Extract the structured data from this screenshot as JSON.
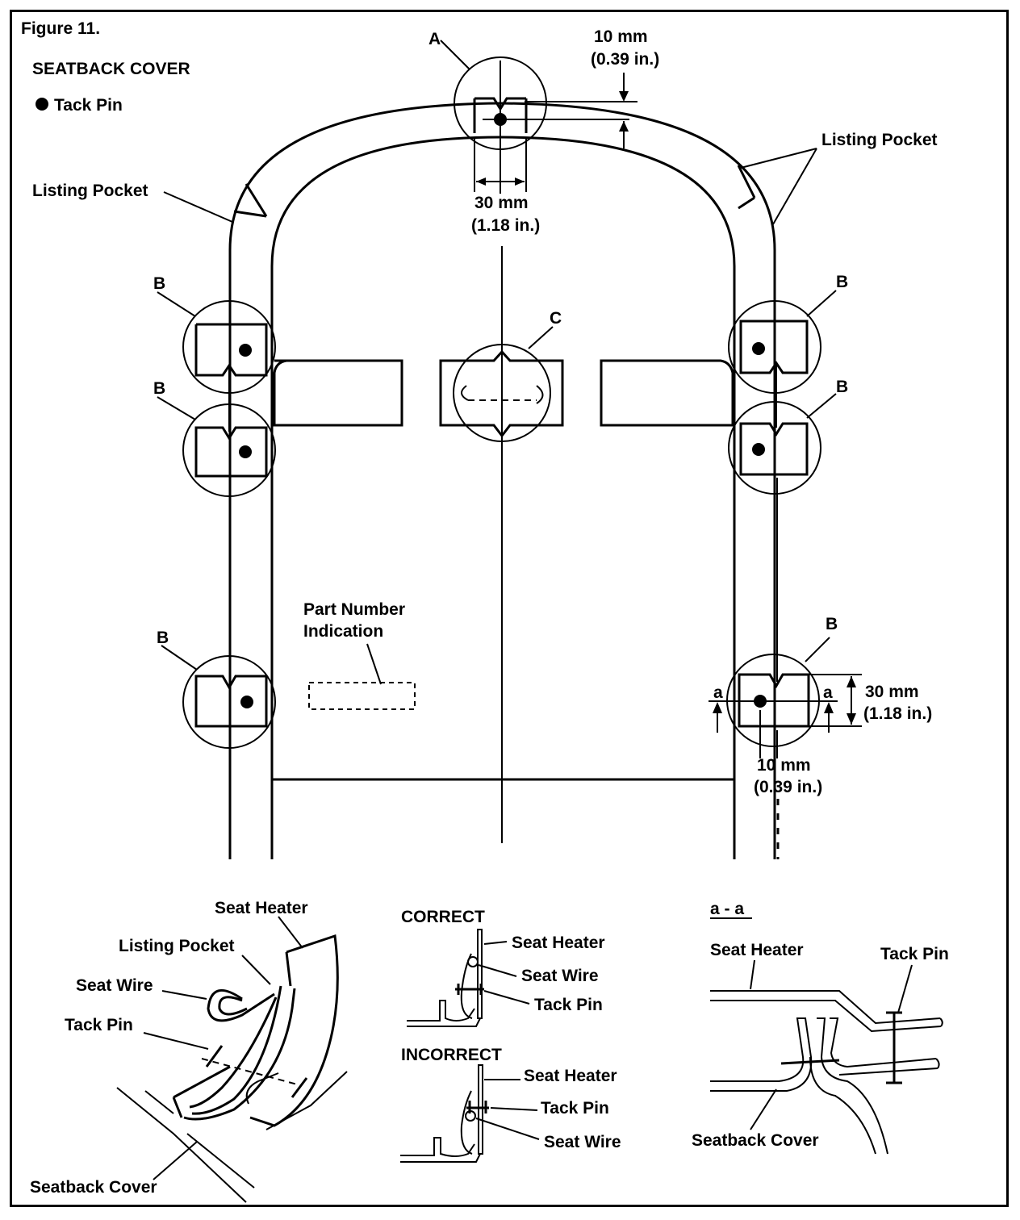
{
  "figure": {
    "number": "Figure 11.",
    "title": "SEATBACK COVER",
    "legend": "Tack Pin"
  },
  "main": {
    "detail_a": "A",
    "detail_b": "B",
    "detail_c": "C",
    "top_gap": "10 mm",
    "top_gap_in": "(0.39 in.)",
    "top_width": "30 mm",
    "top_width_in": "(1.18 in.)",
    "listing_pocket_left": "Listing Pocket",
    "listing_pocket_right": "Listing Pocket",
    "part_number_1": "Part Number",
    "part_number_2": "Indication",
    "section_mark": "a",
    "b_height": "30 mm",
    "b_height_in": "(1.18 in.)",
    "b_gap": "10 mm",
    "b_gap_in": "(0.39 in.)"
  },
  "detail_left": {
    "seat_heater": "Seat Heater",
    "listing_pocket": "Listing Pocket",
    "seat_wire": "Seat Wire",
    "tack_pin": "Tack Pin",
    "seatback_cover": "Seatback Cover"
  },
  "correct": {
    "title": "CORRECT",
    "seat_heater": "Seat Heater",
    "seat_wire": "Seat Wire",
    "tack_pin": "Tack Pin"
  },
  "incorrect": {
    "title": "INCORRECT",
    "seat_heater": "Seat Heater",
    "tack_pin": "Tack Pin",
    "seat_wire": "Seat Wire"
  },
  "section_aa": {
    "title": "a - a",
    "seat_heater": "Seat Heater",
    "tack_pin": "Tack Pin",
    "seatback_cover": "Seatback Cover"
  }
}
